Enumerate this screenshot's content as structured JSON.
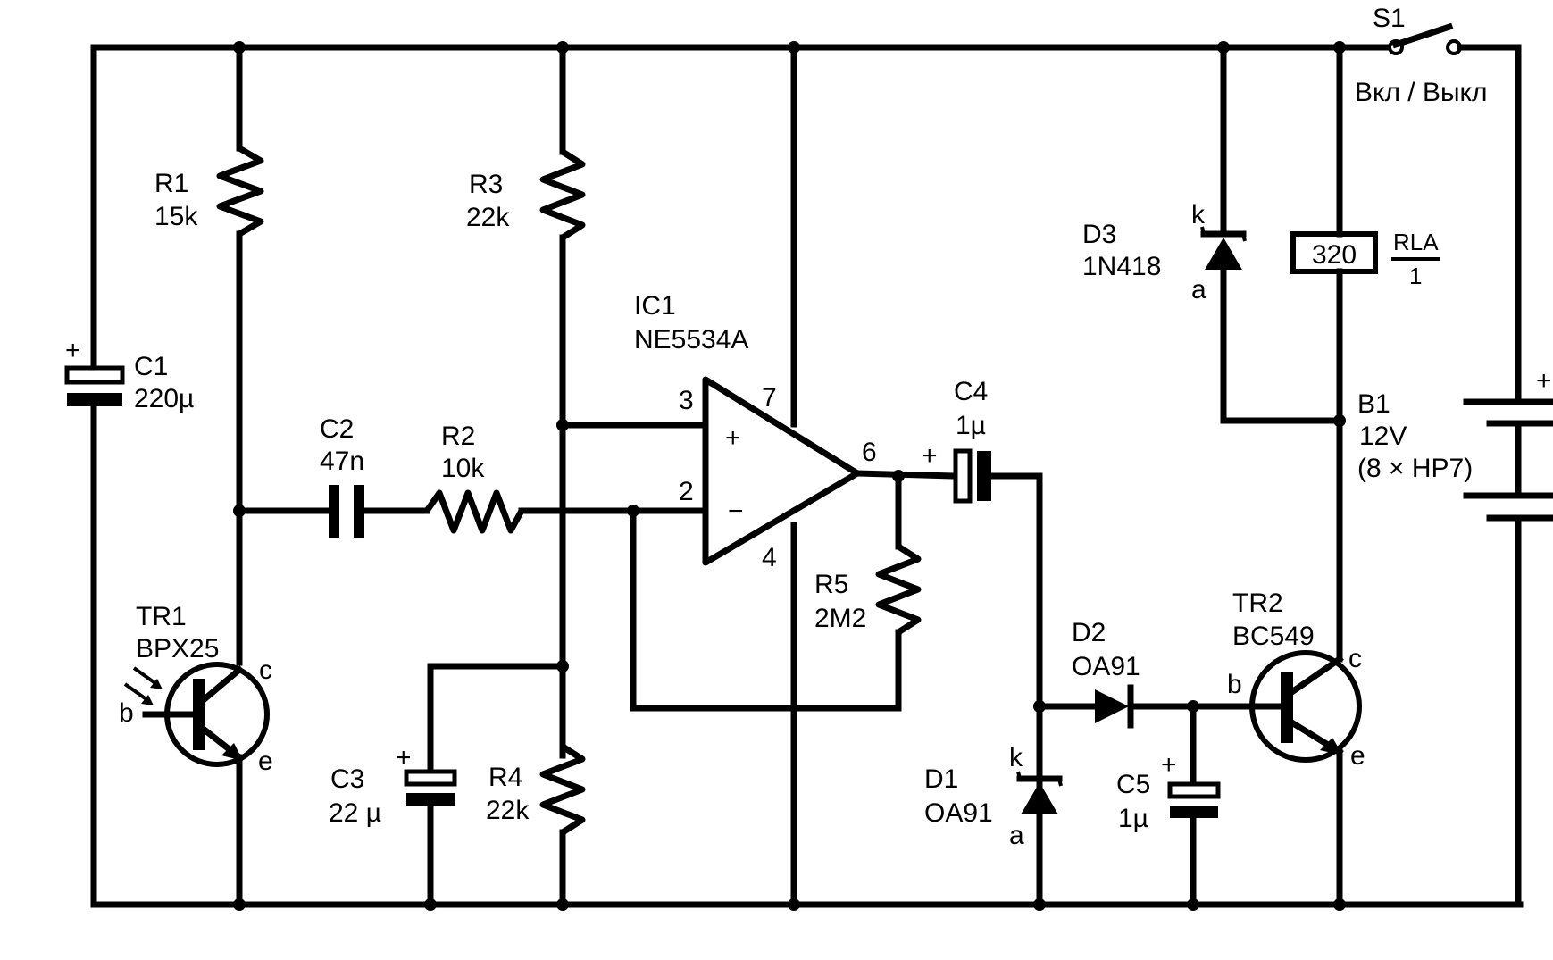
{
  "labels": {
    "r1_name": "R1",
    "r1_value": "15k",
    "r2_name": "R2",
    "r2_value": "10k",
    "r3_name": "R3",
    "r3_value": "22k",
    "r4_name": "R4",
    "r4_value": "22k",
    "r5_name": "R5",
    "r5_value": "2M2",
    "c1_name": "C1",
    "c1_value": "220µ",
    "c2_name": "C2",
    "c2_value": "47n",
    "c3_name": "C3",
    "c3_value": "22 µ",
    "c4_name": "C4",
    "c4_value": "1µ",
    "c5_name": "C5",
    "c5_value": "1µ",
    "ic1_name": "IC1",
    "ic1_value": "NE5534A",
    "tr1_name": "TR1",
    "tr1_value": "BPX25",
    "tr2_name": "TR2",
    "tr2_value": "BC549",
    "d1_name": "D1",
    "d1_value": "OA91",
    "d2_name": "D2",
    "d2_value": "OA91",
    "d3_name": "D3",
    "d3_value": "1N418",
    "s1_name": "S1",
    "s1_value": "Вкл / Выкл",
    "b1_name": "B1",
    "b1_value": "12V",
    "b1_detail": "(8 × HP7)",
    "relay_value": "320",
    "relay_ref_top": "RLA",
    "relay_ref_bottom": "1",
    "pin_3": "3",
    "pin_2": "2",
    "pin_7": "7",
    "pin_6": "6",
    "pin_4": "4",
    "op_plus": "+",
    "op_minus": "−",
    "plus": "+",
    "tr1_b": "b",
    "tr1_c": "c",
    "tr1_e": "e",
    "tr2_b": "b",
    "tr2_c": "c",
    "tr2_e": "e",
    "d1_k": "k",
    "d1_a": "a",
    "d3_k": "k",
    "d3_a": "a"
  }
}
